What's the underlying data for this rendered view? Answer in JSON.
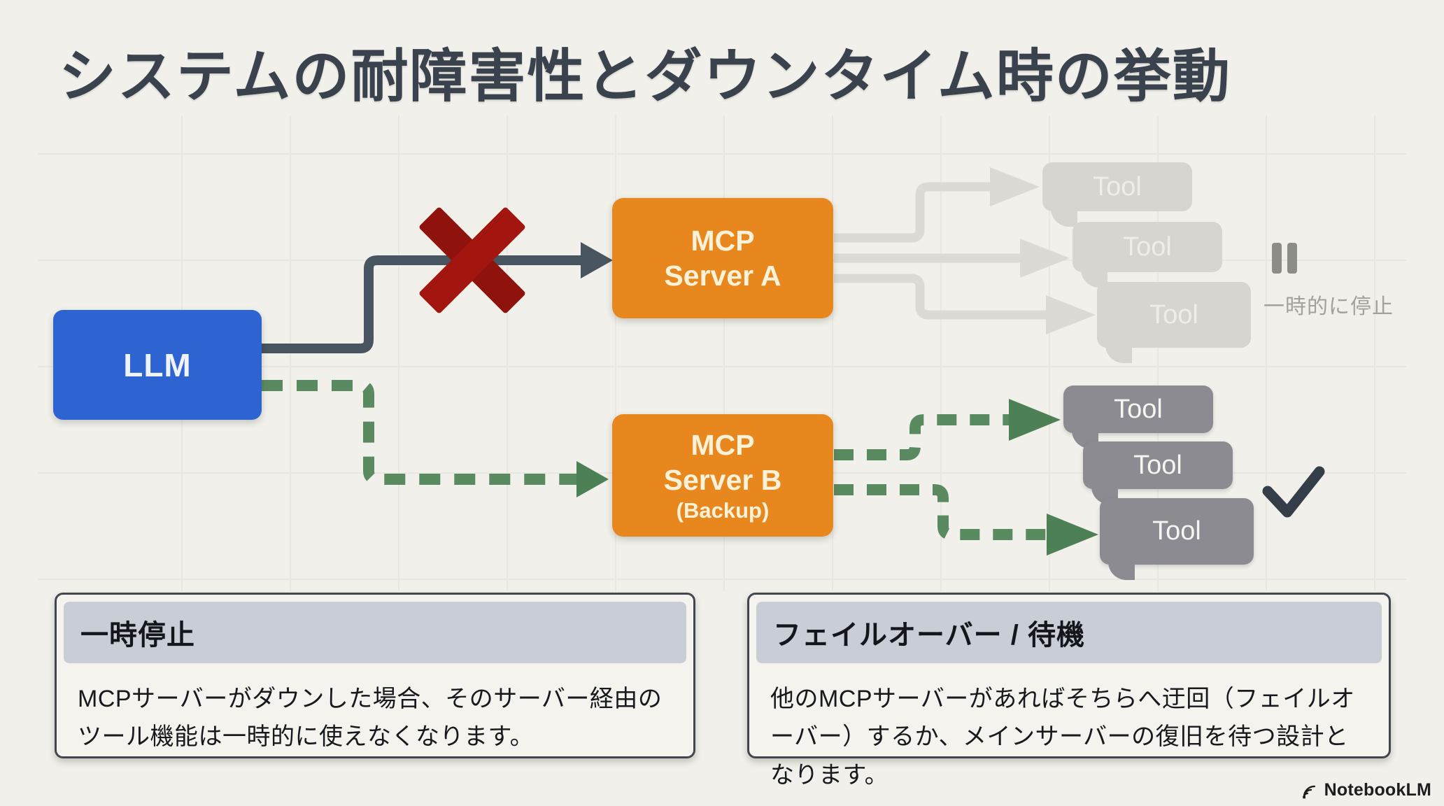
{
  "title": "システムの耐障害性とダウンタイム時の挙動",
  "diagram": {
    "llm": {
      "label": "LLM"
    },
    "server_a": {
      "line1": "MCP",
      "line2": "Server A"
    },
    "server_b": {
      "line1": "MCP",
      "line2": "Server B",
      "line3": "(Backup)"
    },
    "tools_inactive": {
      "labels": [
        "Tool",
        "Tool",
        "Tool"
      ],
      "status_icon": "pause-icon",
      "status_label": "一時的に停止"
    },
    "tools_active": {
      "labels": [
        "Tool",
        "Tool",
        "Tool"
      ],
      "status_icon": "check-icon"
    },
    "failed_link_icon": "x-mark-icon"
  },
  "cards": [
    {
      "title": "一時停止",
      "body": "MCPサーバーがダウンした場合、そのサーバー経由のツール機能は一時的に使えなくなります。"
    },
    {
      "title": "フェイルオーバー / 待機",
      "body": "他のMCPサーバーがあればそちらへ迂回（フェイルオーバー）するか、メインサーバーの復旧を待つ設計となります。"
    }
  ],
  "footer": {
    "brand": "NotebookLM"
  },
  "colors": {
    "background": "#f1f0ea",
    "title_text": "#3a434d",
    "llm_blue": "#2e63d2",
    "server_orange": "#e9871f",
    "active_link_dark": "#48545f",
    "failover_green": "#5a8a60",
    "failed_x_red": "#9d140e",
    "inactive_gray": "#d6d5d0",
    "active_tool_gray": "#8b8b91",
    "card_header_gray": "#c9cdd5"
  }
}
